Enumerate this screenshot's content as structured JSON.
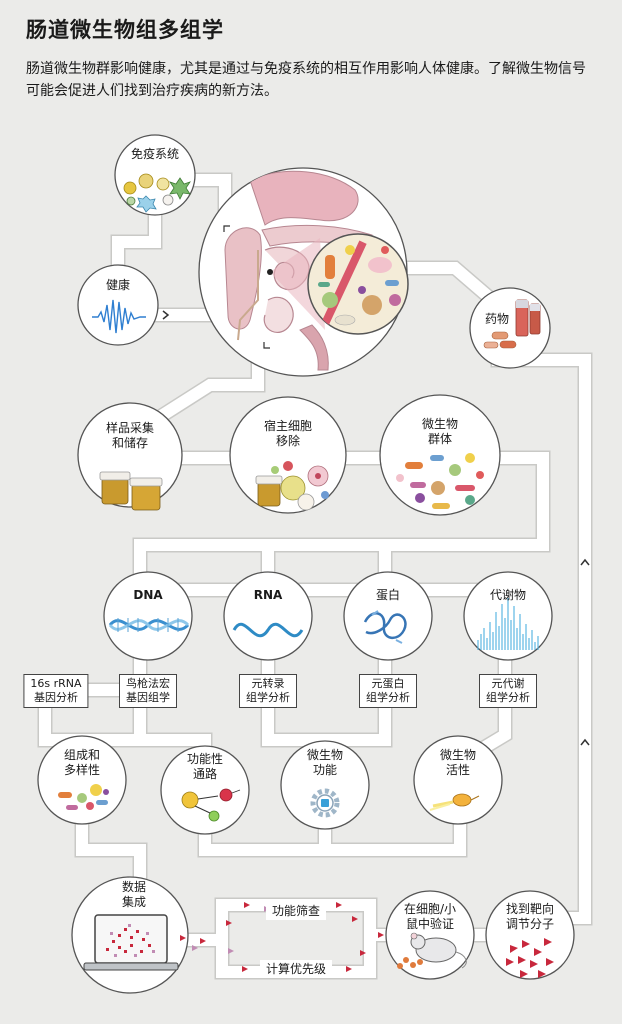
{
  "header": {
    "title": "肠道微生物组多组学",
    "intro": "肠道微生物群影响健康，尤其是通过与免疫系统的相互作用影响人体健康。了解微生物信号可能会促进人们找到治疗疾病的新方法。"
  },
  "nodes": {
    "immune": "免疫系统",
    "health": "健康",
    "drugs": "药物",
    "sample_l1": "样品采集",
    "sample_l2": "和储存",
    "host_l1": "宿主细胞",
    "host_l2": "移除",
    "community_l1": "微生物",
    "community_l2": "群体",
    "dna": "DNA",
    "rna": "RNA",
    "protein": "蛋白",
    "metabolite": "代谢物",
    "composition_l1": "组成和",
    "composition_l2": "多样性",
    "pathway_l1": "功能性",
    "pathway_l2": "通路",
    "function_l1": "微生物",
    "function_l2": "功能",
    "activity_l1": "微生物",
    "activity_l2": "活性",
    "integration_l1": "数据",
    "integration_l2": "集成",
    "validation_l1": "在细胞/小",
    "validation_l2": "鼠中验证",
    "target_l1": "找到靶向",
    "target_l2": "调节分子"
  },
  "methods": {
    "rrna_l1": "16s rRNA",
    "rrna_l2": "基因分析",
    "shotgun_l1": "鸟枪法宏",
    "shotgun_l2": "基因组学",
    "metatranscriptomics_l1": "元转录",
    "metatranscriptomics_l2": "组学分析",
    "metaproteomics_l1": "元蛋白",
    "metaproteomics_l2": "组学分析",
    "metametabolomics_l1": "元代谢",
    "metametabolomics_l2": "组学分析",
    "functional_screen": "功能筛查",
    "computational_priority": "计算优先级"
  },
  "colors": {
    "background": "#ebebe9",
    "path": "#ffffff",
    "path_edge": "#c9c9c6",
    "node_edge": "#555555",
    "dna_blue": "#3a8fcf",
    "spectrum_blue": "#4fb0e0",
    "health_wave": "#2f7fd1",
    "gut_pink": "#e8b3bd",
    "gut_tan": "#c9a98e",
    "jar_gold": "#c99a2e",
    "triangle_red": "#c8283c",
    "drug_red": "#c75a48"
  },
  "icons": [
    "chevron-right-icon",
    "chevron-up-icon",
    "dna-helix-icon",
    "rna-strand-icon",
    "protein-ribbon-icon",
    "mass-spectrum-icon",
    "gear-icon",
    "laptop-icon",
    "mouse-icon",
    "jar-icon",
    "pill-icon"
  ]
}
